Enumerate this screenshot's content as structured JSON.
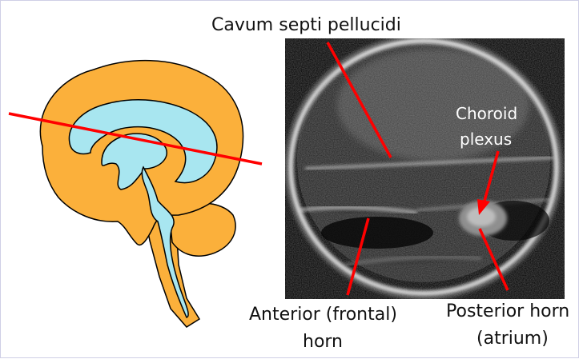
{
  "labels": {
    "cavum": "Cavum septi pellucidi",
    "choroid_line1": "Choroid",
    "choroid_line2": "plexus",
    "anterior_line1": "Anterior (frontal)",
    "anterior_line2": "horn",
    "posterior_line1": "Posterior horn",
    "posterior_line2": "(atrium)"
  },
  "colors": {
    "brain": "#fbb03b",
    "ventricle": "#a8e6f0",
    "outline": "#000000",
    "plane_line": "#ff0000",
    "pointer": "#ff0000",
    "ultrasound_bg": "#0a0a0a",
    "skull_echo": "#e8e8e8"
  }
}
